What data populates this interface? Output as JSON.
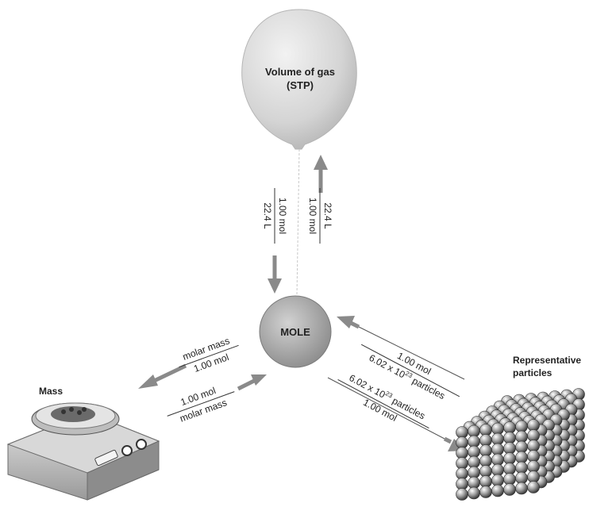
{
  "balloon": {
    "label_line1": "Volume of gas",
    "label_line2": "(STP)"
  },
  "mole": {
    "label": "MOLE"
  },
  "mass": {
    "label": "Mass"
  },
  "particles": {
    "label_line1": "Representative",
    "label_line2": "particles"
  },
  "gas_to_mole": {
    "numerator": "1.00 mol",
    "denominator": "22.4 L"
  },
  "mole_to_gas": {
    "numerator": "22.4 L",
    "denominator": "1.00 mol"
  },
  "mole_to_mass": {
    "numerator": "molar mass",
    "denominator": "1.00 mol"
  },
  "mass_to_mole": {
    "numerator": "1.00 mol",
    "denominator": "molar mass"
  },
  "particles_to_mole": {
    "numerator": "1.00 mol",
    "denominator_base": "6.02 x 10",
    "denominator_exp": "23",
    "denominator_unit": " particles"
  },
  "mole_to_particles": {
    "numerator_base": "6.02 x 10",
    "numerator_exp": "23",
    "numerator_unit": " particles",
    "denominator": "1.00 mol"
  },
  "colors": {
    "arrow": "#8a8a8a",
    "mole_fill": "#a9a9a9",
    "balloon_fill": "#d6d6d6"
  }
}
